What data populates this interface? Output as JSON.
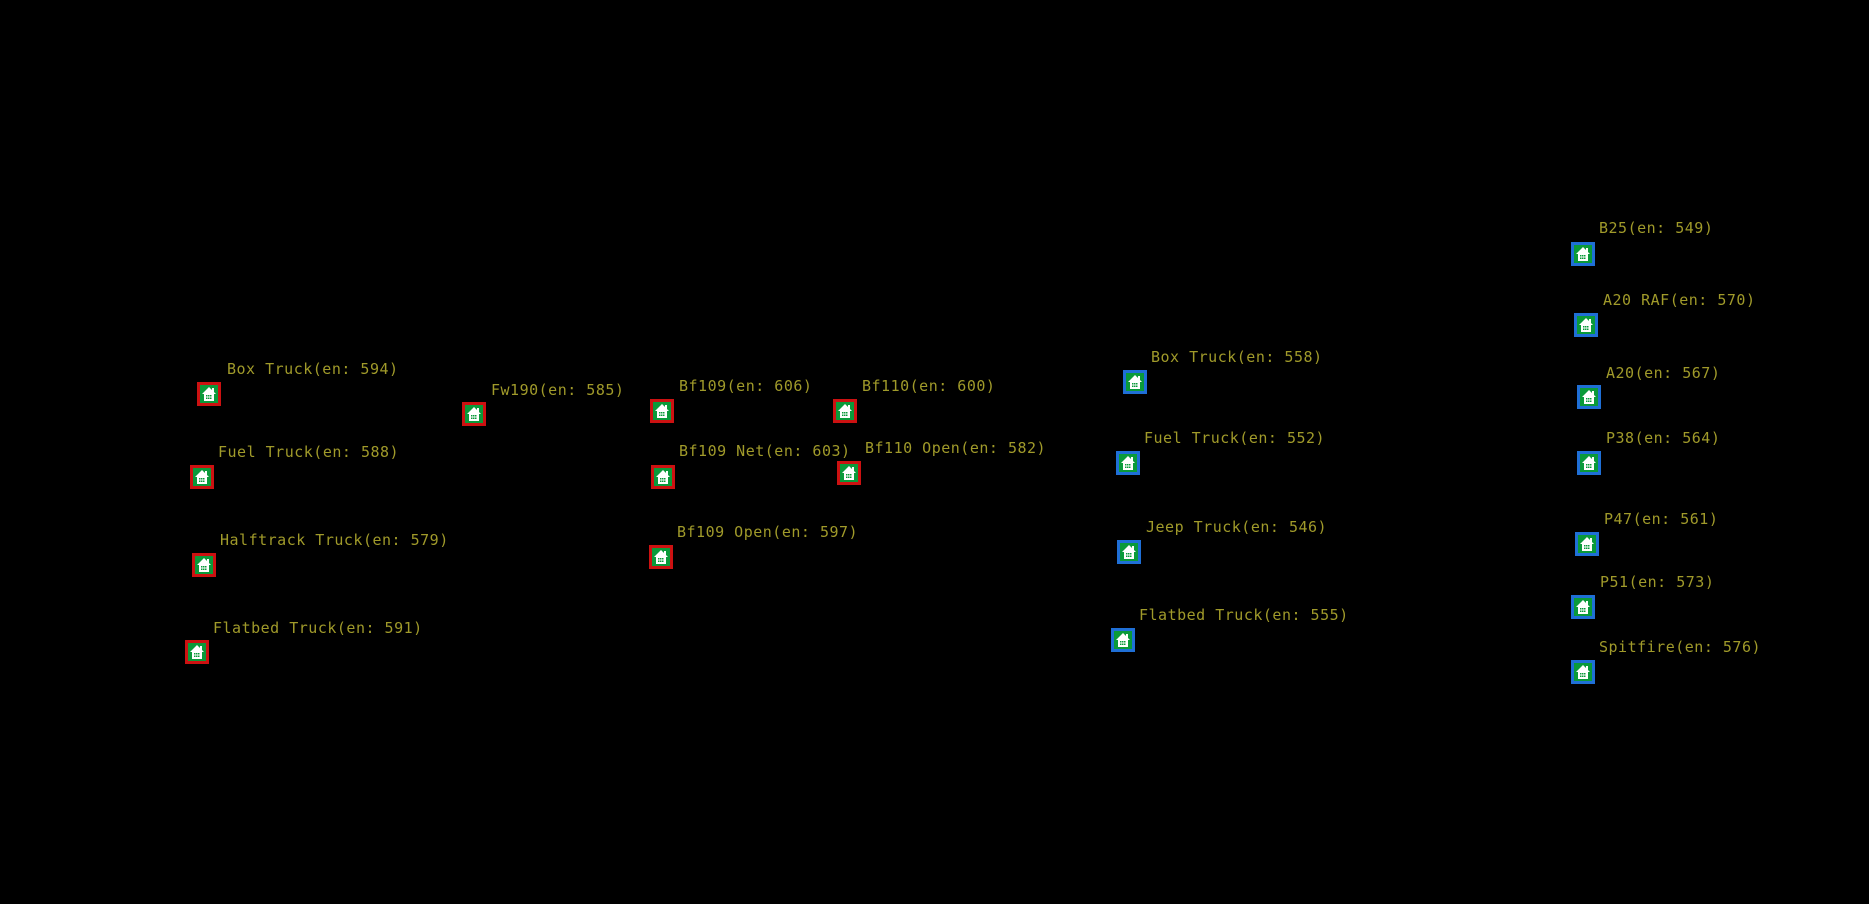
{
  "colors": {
    "background": "#000000",
    "label": "#a09a2a",
    "axis_marker_border": "#cc1111",
    "allied_marker_border": "#1f6fd6",
    "marker_fill": "#0a9a3a",
    "icon": "#ffffff"
  },
  "marker_icon": "house-icon",
  "units": [
    {
      "id": "axis-box-truck",
      "label": "Box Truck(en: 594)",
      "side": "axis"
    },
    {
      "id": "axis-fuel-truck",
      "label": "Fuel Truck(en: 588)",
      "side": "axis"
    },
    {
      "id": "axis-halftrack-truck",
      "label": "Halftrack Truck(en: 579)",
      "side": "axis"
    },
    {
      "id": "axis-flatbed-truck",
      "label": "Flatbed Truck(en: 591)",
      "side": "axis"
    },
    {
      "id": "axis-fw190",
      "label": "Fw190(en: 585)",
      "side": "axis"
    },
    {
      "id": "axis-bf109",
      "label": "Bf109(en: 606)",
      "side": "axis"
    },
    {
      "id": "axis-bf109-net",
      "label": "Bf109 Net(en: 603)",
      "side": "axis"
    },
    {
      "id": "axis-bf109-open",
      "label": "Bf109 Open(en: 597)",
      "side": "axis"
    },
    {
      "id": "axis-bf110",
      "label": "Bf110(en: 600)",
      "side": "axis"
    },
    {
      "id": "axis-bf110-open",
      "label": "Bf110 Open(en: 582)",
      "side": "axis"
    },
    {
      "id": "allied-box-truck",
      "label": "Box Truck(en: 558)",
      "side": "allied"
    },
    {
      "id": "allied-fuel-truck",
      "label": "Fuel Truck(en: 552)",
      "side": "allied"
    },
    {
      "id": "allied-jeep-truck",
      "label": "Jeep Truck(en: 546)",
      "side": "allied"
    },
    {
      "id": "allied-flatbed-truck",
      "label": "Flatbed Truck(en: 555)",
      "side": "allied"
    },
    {
      "id": "allied-b25",
      "label": "B25(en: 549)",
      "side": "allied"
    },
    {
      "id": "allied-a20-raf",
      "label": "A20 RAF(en: 570)",
      "side": "allied"
    },
    {
      "id": "allied-a20",
      "label": "A20(en: 567)",
      "side": "allied"
    },
    {
      "id": "allied-p38",
      "label": "P38(en: 564)",
      "side": "allied"
    },
    {
      "id": "allied-p47",
      "label": "P47(en: 561)",
      "side": "allied"
    },
    {
      "id": "allied-p51",
      "label": "P51(en: 573)",
      "side": "allied"
    },
    {
      "id": "allied-spitfire",
      "label": "Spitfire(en: 576)",
      "side": "allied"
    }
  ]
}
